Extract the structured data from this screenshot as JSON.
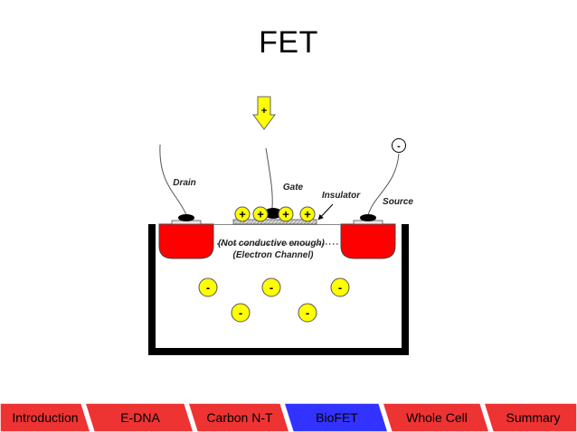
{
  "slide": {
    "title": "FET"
  },
  "diagram": {
    "labels": {
      "drain": "Drain",
      "gate": "Gate",
      "insulator": "Insulator",
      "source": "Source",
      "not_conductive": "(Not conductive enough)",
      "electron_channel": "(Electron Channel)"
    },
    "gate_arrow_sign": "+",
    "source_sign": "-",
    "gate_charges": [
      "+",
      "+",
      "+",
      "+"
    ],
    "electrons": [
      "-",
      "-",
      "-",
      "-",
      "-"
    ],
    "colors": {
      "doped_region": "#ff0000",
      "charge": "#ffff00",
      "arrow": "#ffff00"
    }
  },
  "nav": {
    "tabs": [
      {
        "label": "Introduction",
        "active": false
      },
      {
        "label": "E-DNA",
        "active": false
      },
      {
        "label": "Carbon N-T",
        "active": false
      },
      {
        "label": "BioFET",
        "active": true
      },
      {
        "label": "Whole Cell",
        "active": false
      },
      {
        "label": "Summary",
        "active": false
      }
    ],
    "colors": {
      "active": "#3333ff",
      "inactive": "#ee3333"
    }
  }
}
